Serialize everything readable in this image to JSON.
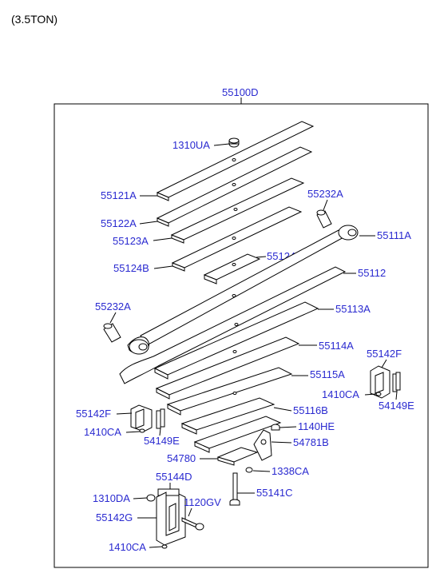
{
  "header": {
    "title": "(3.5TON)"
  },
  "assembly_label": "55100D",
  "callouts": {
    "c1310UA_top": "1310UA",
    "c55121A": "55121A",
    "c55122A": "55122A",
    "c55123A": "55123A",
    "c55124B": "55124B",
    "c55124F": "55124F",
    "c55232A_r": "55232A",
    "c55111A": "55111A",
    "c55112": "55112",
    "c55232A_l": "55232A",
    "c55113A": "55113A",
    "c55114A": "55114A",
    "c55142F_r": "55142F",
    "c1410CA_r": "1410CA",
    "c54149E_r": "54149E",
    "c55115A": "55115A",
    "c55142F_l": "55142F",
    "c55116B": "55116B",
    "c1410CA_l": "1410CA",
    "c54149E_l": "54149E",
    "c1140HE": "1140HE",
    "c54781B": "54781B",
    "c54780": "54780",
    "c1338CA": "1338CA",
    "c55144D": "55144D",
    "c55141C": "55141C",
    "c1310DA": "1310DA",
    "c1120GV": "1120GV",
    "c55142G": "55142G",
    "c1410CA_b": "1410CA"
  }
}
